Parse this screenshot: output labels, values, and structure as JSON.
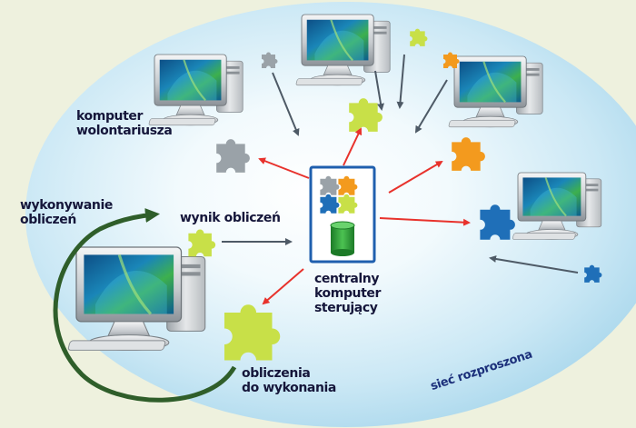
{
  "labels": {
    "volunteer_computer": "komputer\nwolontariusza",
    "computing": "wykonywanie\nobliczeń",
    "result": "wynik obliczeń",
    "central": "centralny\nkomputer\nsterujący",
    "tasks": "obliczenia\ndo wykonania",
    "network": "sieć rozproszona"
  },
  "colors": {
    "background": "#eef1de",
    "network_ellipse": "#bfe3f2",
    "central_box_border": "#1f5fae",
    "arrow_red": "#e8322c",
    "arrow_gray": "#4e5a66",
    "loop_green": "#2f5e2a",
    "puzzle_gray": "#9aa2a8",
    "puzzle_lime": "#c8e048",
    "puzzle_orange": "#f39a1e",
    "puzzle_blue": "#1f6fb8",
    "database": "#2e9b3a"
  }
}
